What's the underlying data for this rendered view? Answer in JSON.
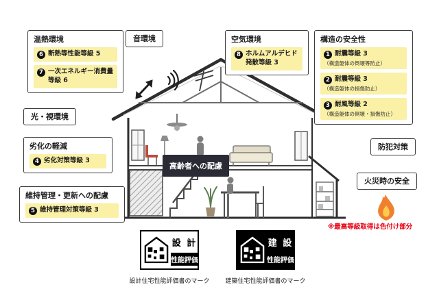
{
  "callouts": {
    "thermal": {
      "title": "温熱環境",
      "items": [
        {
          "num": "6",
          "text": "断熱等性能等級 5"
        },
        {
          "num": "7",
          "text": "一次エネルギー消費量\n等級 6"
        }
      ]
    },
    "sound": {
      "title": "音環境"
    },
    "air": {
      "title": "空気環境",
      "items": [
        {
          "num": "8",
          "text": "ホルムアルデヒド\n発散等級 3"
        }
      ]
    },
    "structure": {
      "title": "構造の安全性",
      "items": [
        {
          "num": "1",
          "text": "耐震等級 3",
          "sub": "（構造躯体の倒壊等防止）"
        },
        {
          "num": "2",
          "text": "耐震等級 3",
          "sub": "（構造躯体の損傷防止）"
        },
        {
          "num": "3",
          "text": "耐風等級 2",
          "sub": "（構造躯体の倒壊・損傷防止）"
        }
      ]
    },
    "light": {
      "title": "光・視環境"
    },
    "deterioration": {
      "title": "劣化の軽減",
      "items": [
        {
          "num": "4",
          "text": "劣化対策等級 3"
        }
      ]
    },
    "maintenance": {
      "title": "維持管理・更新への配慮",
      "items": [
        {
          "num": "5",
          "text": "維持管理対策等級 3"
        }
      ]
    },
    "elderly": {
      "title": "高齢者への配慮"
    },
    "security": {
      "title": "防犯対策"
    },
    "fire": {
      "title": "火災時の安全"
    },
    "note": "※最高等級取得は色付け部分"
  },
  "marks": {
    "design": {
      "name": "設 計",
      "band": "性能評価",
      "caption": "設計住宅性能評価書のマーク"
    },
    "construction": {
      "name": "建 設",
      "band": "性能評価",
      "caption": "建築住宅性能評価書のマーク"
    }
  },
  "colors": {
    "highlight_yellow": "#FAF0A6",
    "note_red": "#E60012",
    "dark_box": "#2B2B35",
    "flame_orange": "#F08030",
    "flame_yellow": "#FCCB4D"
  },
  "icons": {
    "sound_wave": "sound-wave-icon",
    "double_arrow": "double-arrow-icon",
    "flame": "flame-icon",
    "antenna": "tv-antenna-icon"
  }
}
